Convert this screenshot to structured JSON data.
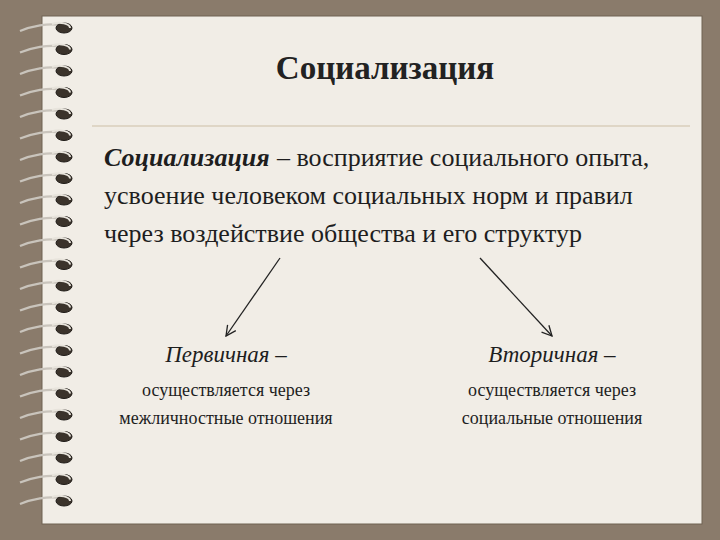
{
  "diagram": {
    "title": "Социализация",
    "nodes": [
      {
        "text": [
          "Социализация",
          "– восприятие социального опыта, усвоение человеком социальных норм и правил через воздействие общества и его структур"
        ]
      },
      {
        "text": [
          "Первичная –",
          "осуществляется через межличностные отношения"
        ]
      },
      {
        "text": [
          "Вторичная –",
          "осуществляется через социальные отношения"
        ]
      }
    ],
    "edges": [
      {
        "from": 0,
        "to": 1,
        "arrow": "to"
      },
      {
        "from": 0,
        "to": 2,
        "arrow": "to"
      }
    ]
  }
}
